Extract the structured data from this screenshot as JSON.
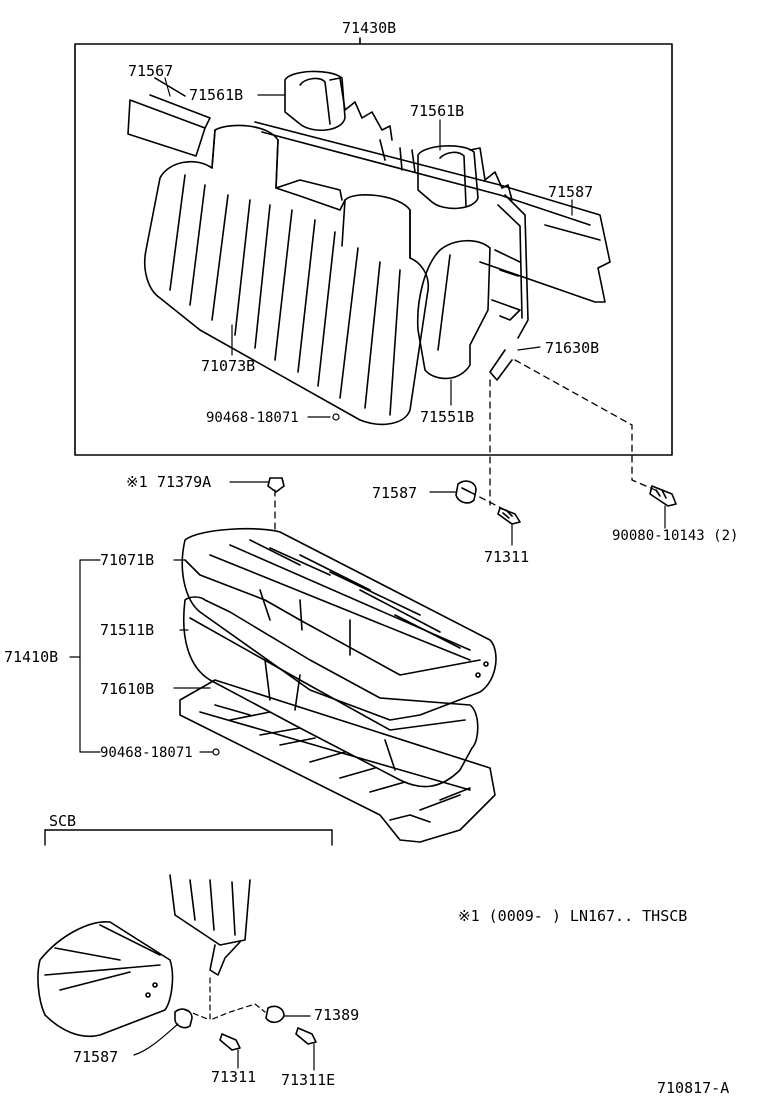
{
  "labels": {
    "backrest_assy": "71430B",
    "board_71567": "71567",
    "headrest_left": "71561B",
    "headrest_right": "71561B",
    "board_71587": "71587",
    "back_cover": "71073B",
    "side_pad": "71551B",
    "hinge_bracket": "71630B",
    "hog_ring_back": "90468-18071",
    "marker_note": "※1",
    "clip_71379": "71379A",
    "cover_71587": "71587",
    "screw_71311": "71311",
    "bolt_90080": "90080-10143 (2)",
    "cushion_assy": "71410B",
    "cushion_cover": "71071B",
    "cushion_pad": "71511B",
    "cushion_frame": "71610B",
    "hog_ring_cushion": "90468-18071",
    "scb_title": "SCB",
    "footnote": "※1 (0009-      ) LN167.. THSCB",
    "scb_cover": "71587",
    "scb_screw": "71311",
    "scb_nut": "71389",
    "scb_screw_e": "71311E",
    "drawing_id": "710817-A"
  }
}
